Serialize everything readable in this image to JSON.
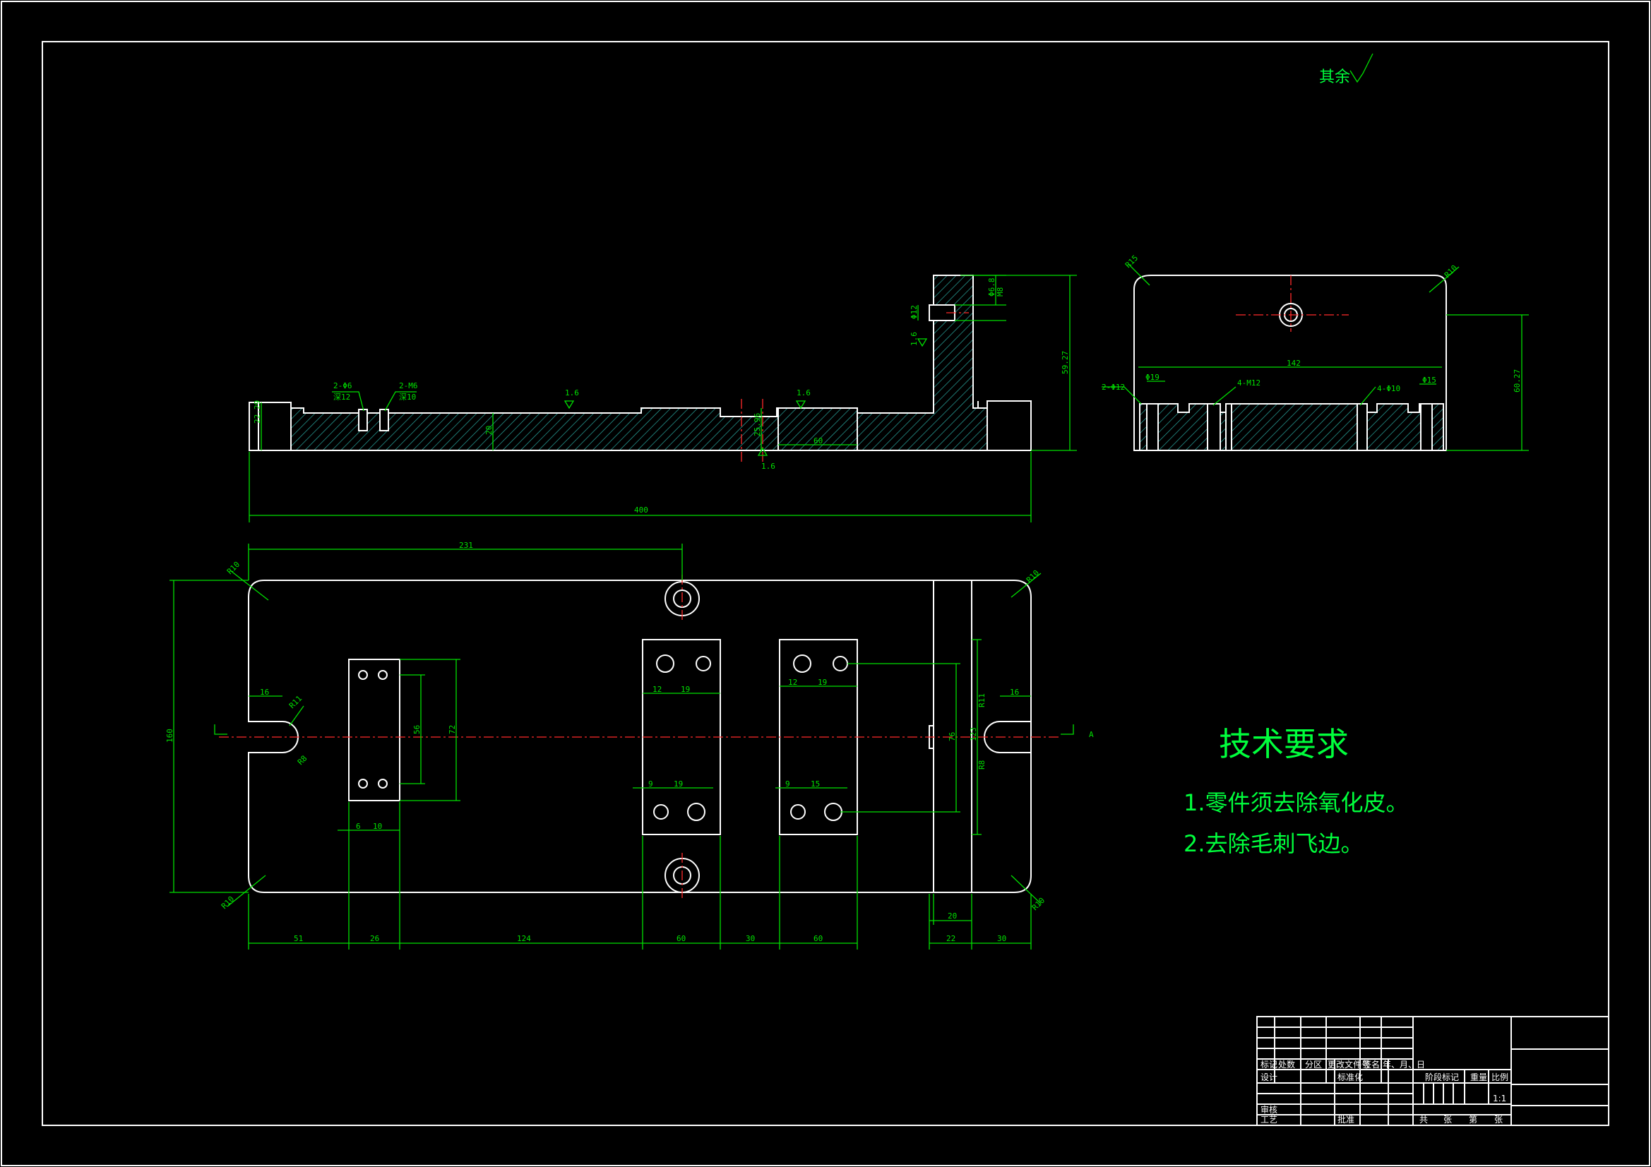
{
  "colors": {
    "background": "#000000",
    "outline": "#ffffff",
    "dimension": "#00e000",
    "centerline": "#ff2a2a",
    "text": "#00ff3c"
  },
  "roughness_note": "其余",
  "front_view": {
    "dims": {
      "overall_length": "400",
      "height": "59.27",
      "left_step": "22.29",
      "body_thickness": "20",
      "groove": "25.96",
      "groove_w": "60",
      "roughness_a": "1.6",
      "roughness_b": "1.6",
      "roughness_c": "1.6",
      "roughness_d": "1.6",
      "hole_a": "2-Φ6",
      "hole_a_sub": "深12",
      "hole_b": "2-M6",
      "hole_b_sub": "深10",
      "upright_a": "Φ12",
      "upright_b": "Φ6.8",
      "upright_c": "M8"
    }
  },
  "side_view": {
    "dims": {
      "r_left": "R15",
      "r_right": "R10",
      "width": "142",
      "height": "60.27",
      "left_holes": "2-Φ12",
      "left_spacing": "Φ19",
      "mid_holes": "4-M12",
      "right_holes": "4-Φ10",
      "right_spacing": "Φ15"
    }
  },
  "top_view": {
    "dims": {
      "to_hole": "231",
      "width": "160",
      "r_tl": "R10",
      "r_tr": "R10",
      "r_bl": "R10",
      "r_br": "R10",
      "slot_left": "16",
      "slot_r": "R11",
      "slot_r2": "R8",
      "slot_right": "16",
      "slot_right_r": "R11",
      "slot_right_r2": "R8",
      "pad_h": "56",
      "pad_h2": "72",
      "pad_hole_x": "6",
      "pad_hole_dx": "10",
      "blk_a_x": "12",
      "blk_a_dx": "19",
      "blk_a_x2": "9",
      "blk_a_dx2": "19",
      "blk_b_x": "12",
      "blk_b_dx": "19",
      "blk_b_x2": "9",
      "blk_b_dx2": "15",
      "blk_span": "76",
      "blk_span2": "123",
      "bottom_1": "51",
      "bottom_2": "26",
      "bottom_3": "124",
      "bottom_4": "60",
      "bottom_5": "30",
      "bottom_6": "60",
      "bottom_7": "20",
      "bottom_8": "22",
      "bottom_9": "30",
      "section_label": "A"
    }
  },
  "requirements": {
    "title": "技术要求",
    "items": [
      "1.零件须去除氧化皮。",
      "2.去除毛刺飞边。"
    ]
  },
  "title_block": {
    "row_labels": [
      "标记",
      "处数",
      "分区",
      "更改文件号",
      "签名",
      "年、月、日"
    ],
    "design": "设计",
    "standard": "标准化",
    "stage": "阶段标记",
    "weight": "重量",
    "scale": "比例",
    "scale_value": "1:1",
    "check": "审核",
    "process": "工艺",
    "approve": "批准",
    "sheet_total": "共",
    "sheet_unit": "张",
    "sheet_no": "第",
    "sheet_unit2": "张"
  }
}
